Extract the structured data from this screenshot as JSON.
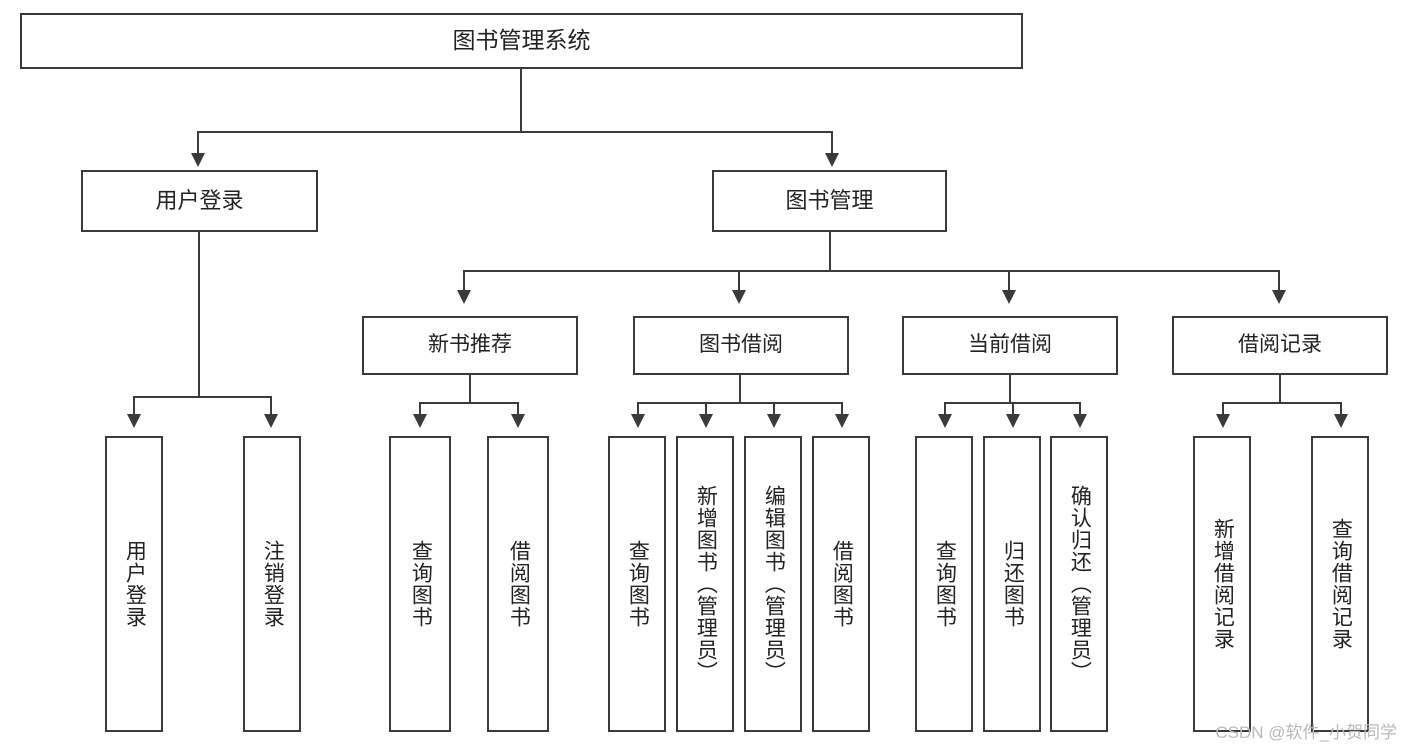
{
  "diagram": {
    "type": "tree",
    "title": "图书管理系统",
    "root": {
      "label": "图书管理系统"
    },
    "level2": [
      {
        "label": "用户登录"
      },
      {
        "label": "图书管理"
      }
    ],
    "level3": [
      {
        "label": "新书推荐"
      },
      {
        "label": "图书借阅"
      },
      {
        "label": "当前借阅"
      },
      {
        "label": "借阅记录"
      }
    ],
    "leaves": {
      "user_login": [
        {
          "label": "用户登录"
        },
        {
          "label": "注销登录"
        }
      ],
      "new_book_recommend": [
        {
          "label": "查询图书"
        },
        {
          "label": "借阅图书"
        }
      ],
      "book_borrow": [
        {
          "label": "查询图书"
        },
        {
          "label": "新增图书（管理员）"
        },
        {
          "label": "编辑图书（管理员）"
        },
        {
          "label": "借阅图书"
        }
      ],
      "current_borrow": [
        {
          "label": "查询图书"
        },
        {
          "label": "归还图书"
        },
        {
          "label": "确认归还（管理员）"
        }
      ],
      "borrow_record": [
        {
          "label": "新增借阅记录"
        },
        {
          "label": "查询借阅记录"
        }
      ]
    }
  },
  "watermark": {
    "text": "CSDN @软件_小贺同学"
  },
  "colors": {
    "stroke": "#3a3a3a",
    "background": "#ffffff",
    "text": "#222222",
    "watermark": "#b9b9b9"
  }
}
